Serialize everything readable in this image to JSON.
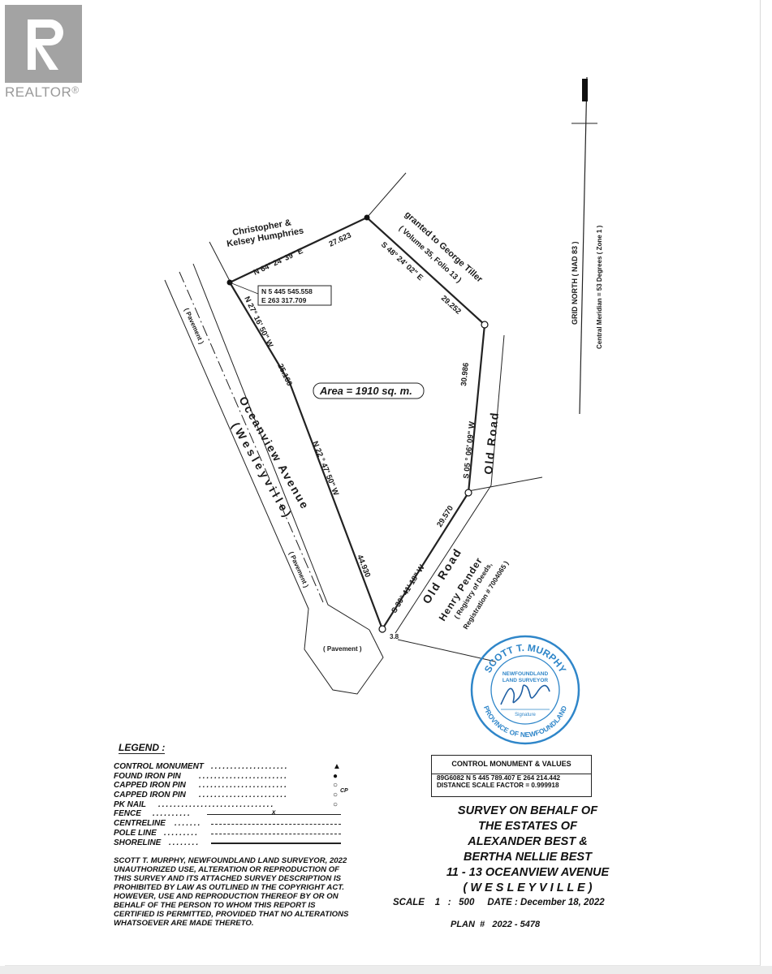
{
  "logo": {
    "text": "REALTOR",
    "mark": "®"
  },
  "owners": {
    "line1": "Christopher &",
    "line2": "Kelsey Humphries"
  },
  "grantee": {
    "line1": "granted to George Tiller",
    "line2": "( Volume 35, Folio 13 )"
  },
  "bearings": {
    "north_line": "N 64° 24' 39\" E",
    "north_dist": "27.623",
    "ne_line": "S 48° 24' 02\" E",
    "ne_dist": "29.252",
    "west_upper": "N 27° 16' 50\" W",
    "west_upper_dist": "25.160",
    "west_lower": "N 22 ° 47' 50\" W",
    "west_lower_dist": "44.930",
    "east_upper": "S 05 ° 06' 09\" W",
    "east_upper_dist": "30.986",
    "south_line": "S 30° 41' 18\" W",
    "south_dist": "29.570",
    "offset": "3.8"
  },
  "coordinate": {
    "n": "N 5 445 545.558",
    "e": "E 263 317.709"
  },
  "area_label": "Area = 1910 sq. m.",
  "roads": {
    "oceanview_1": "Oceanview Avenue",
    "oceanview_2": "( W e s l e y v i l l e )",
    "old_road": "Old Road",
    "pavement": "( Pavement )"
  },
  "henry": {
    "line1": "Henry Pender",
    "line2": "( Registry of Deeds,",
    "line3": "Registration # 7004065 )"
  },
  "grid_north": {
    "line1": "GRID NORTH ( NAD 83 )",
    "line2": "Central Meridian = 53 Degrees ( Zone 1 )"
  },
  "stamp": {
    "top": "SCOTT T. MURPHY",
    "bottom": "PROVINCE OF NEWFOUNDLAND",
    "center1": "NEWFOUNDLAND",
    "center2": "LAND SURVEYOR",
    "signature": "Signature"
  },
  "legend": {
    "title": "LEGEND :",
    "items": [
      {
        "name": "CONTROL MONUMENT",
        "symbol": "▲"
      },
      {
        "name": "FOUND IRON PIN",
        "symbol": "●"
      },
      {
        "name": "CAPPED IRON PIN",
        "symbol": "○"
      },
      {
        "name": "CAPPED IRON PIN",
        "symbol": "○",
        "suffix": "CP"
      },
      {
        "name": "PK NAIL",
        "symbol": "○",
        "suffix": ""
      },
      {
        "name": "FENCE",
        "symbol": "",
        "suffix": "x"
      },
      {
        "name": "CENTRELINE",
        "symbol": ""
      },
      {
        "name": "POLE LINE",
        "symbol": ""
      },
      {
        "name": "SHORELINE",
        "symbol": ""
      }
    ]
  },
  "copyright": [
    "SCOTT T. MURPHY, NEWFOUNDLAND LAND SURVEYOR, 2022",
    "UNAUTHORIZED USE, ALTERATION OR REPRODUCTION OF",
    "THIS SURVEY AND ITS ATTACHED SURVEY DESCRIPTION IS",
    "PROHIBITED BY LAW AS OUTLINED IN THE COPYRIGHT ACT.",
    "HOWEVER, USE AND REPRODUCTION THEREOF BY OR ON",
    "BEHALF OF THE PERSON TO WHOM THIS REPORT IS",
    "CERTIFIED IS PERMITTED, PROVIDED THAT NO ALTERATIONS",
    "WHATSOEVER ARE MADE THERETO."
  ],
  "control_box": {
    "title": "CONTROL MONUMENT & VALUES",
    "line1": "89G6082  N 5 445 789.407  E 264 214.442",
    "line2": "DISTANCE SCALE FACTOR = 0.999918"
  },
  "title_block": [
    "SURVEY ON BEHALF OF",
    "THE ESTATES OF",
    "ALEXANDER BEST &",
    "BERTHA NELLIE BEST",
    "11 - 13 OCEANVIEW AVENUE",
    "( W E S L E Y V I L L E )"
  ],
  "scale": {
    "label": "SCALE",
    "value": "1   :   500",
    "date_label": "DATE :",
    "date": "December 18, 2022"
  },
  "plan": {
    "label": "PLAN  #",
    "number": "2022 - 5478"
  },
  "colors": {
    "stamp_blue": "#2f86c9",
    "logo_gray": "#a3a3a3"
  }
}
